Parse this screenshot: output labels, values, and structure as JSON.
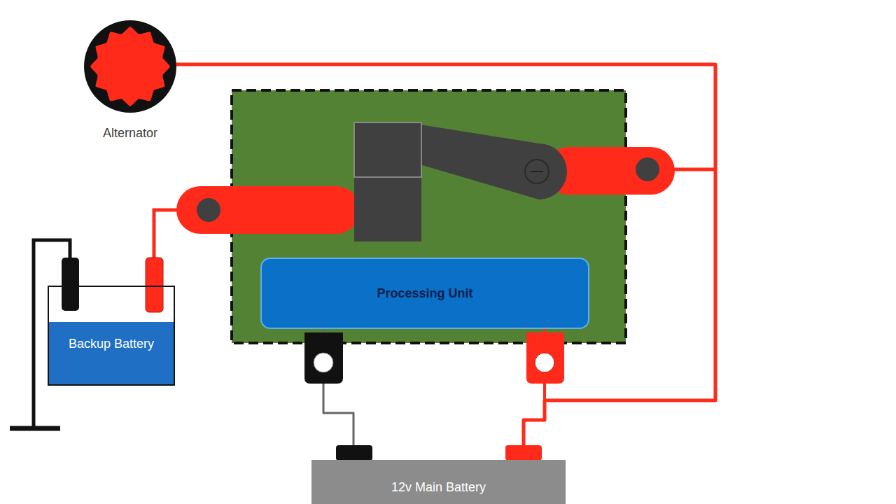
{
  "diagram": {
    "nodes": [
      {
        "text": [
          "Alternator"
        ]
      },
      {
        "text": [
          "Backup Battery"
        ]
      },
      {
        "text": [
          "Processing Unit"
        ]
      },
      {
        "text": [
          "12v Main Battery"
        ]
      }
    ],
    "edges": [
      {
        "from": 0,
        "to": 3,
        "arrow": "none"
      },
      {
        "from": 2,
        "to": 3,
        "arrow": "none"
      },
      {
        "from": 2,
        "to": 3,
        "arrow": "none"
      }
    ]
  }
}
